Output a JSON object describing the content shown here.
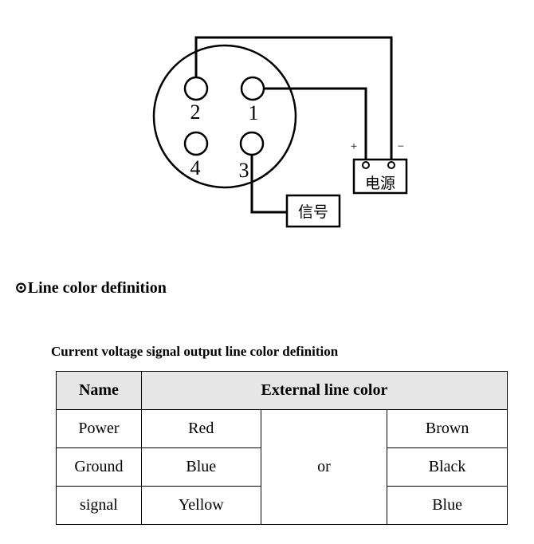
{
  "diagram": {
    "pins": [
      {
        "id": "1",
        "label": "1"
      },
      {
        "id": "2",
        "label": "2"
      },
      {
        "id": "3",
        "label": "3"
      },
      {
        "id": "4",
        "label": "4"
      }
    ],
    "power_box_label": "电源",
    "signal_box_label": "信号",
    "plus_label": "+",
    "minus_label": "−"
  },
  "section_heading": "⊙Line color definition",
  "table_caption": "Current voltage signal output line color definition",
  "table": {
    "headers": [
      "Name",
      "External line color"
    ],
    "or_label": "or",
    "rows": [
      {
        "name": "Power",
        "color_a": "Red",
        "color_b": "Brown"
      },
      {
        "name": "Ground",
        "color_a": "Blue",
        "color_b": "Black"
      },
      {
        "name": "signal",
        "color_a": "Yellow",
        "color_b": "Blue"
      }
    ]
  }
}
